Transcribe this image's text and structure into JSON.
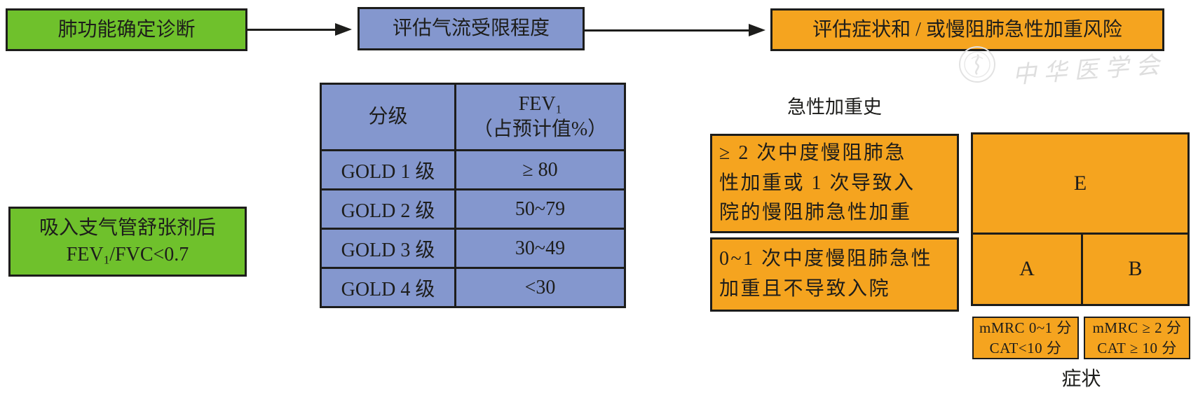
{
  "colors": {
    "green": "#6fc12c",
    "blue": "#8497ce",
    "orange": "#f5a41f",
    "border": "#1d1d1b",
    "watermark_gray": "#dedede"
  },
  "flow": {
    "step1_label": "肺功能确定诊断",
    "step2_label": "评估气流受限程度",
    "step3_label": "评估症状和 / 或慢阻肺急性加重风险"
  },
  "diagnosis_box": {
    "line1": "吸入支气管舒张剂后",
    "fev_prefix": "FEV",
    "fev_sub": "1",
    "fev_suffix": "/FVC<0.7"
  },
  "gold_table": {
    "header_grade": "分级",
    "header_fev_prefix": "FEV",
    "header_fev_sub": "1",
    "header_fev_note": "（占预计值%）",
    "rows": [
      {
        "grade": "GOLD 1 级",
        "value": "≥ 80"
      },
      {
        "grade": "GOLD 2 级",
        "value": "50~79"
      },
      {
        "grade": "GOLD 3 级",
        "value": "30~49"
      },
      {
        "grade": "GOLD 4 级",
        "value": "<30"
      }
    ]
  },
  "risk_axis": {
    "label": "急性加重史",
    "high_lines": [
      "≥ 2 次中度慢阻肺急",
      "性加重或 1 次导致入",
      "院的慢阻肺急性加重"
    ],
    "low_lines": [
      "0~1 次中度慢阻肺急性",
      "加重且不导致入院"
    ]
  },
  "abe_grid": {
    "e_label": "E",
    "a_label": "A",
    "b_label": "B"
  },
  "symptom_axis": {
    "left_line1": "mMRC 0~1 分",
    "left_line2": "CAT<10 分",
    "right_line1": "mMRC ≥ 2 分",
    "right_line2": "CAT ≥ 10 分",
    "label": "症状"
  },
  "watermark": {
    "text": "中华医学会"
  }
}
